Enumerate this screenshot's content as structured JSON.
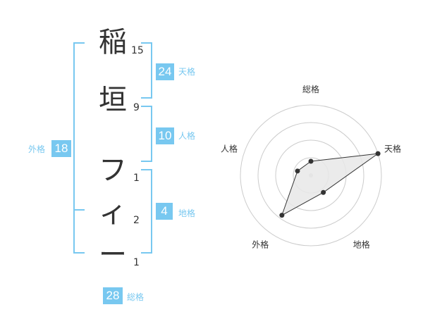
{
  "name": {
    "characters": [
      {
        "char": "稲",
        "strokes": "15"
      },
      {
        "char": "垣",
        "strokes": "9"
      },
      {
        "char": "フ",
        "strokes": "1"
      },
      {
        "char": "ィ",
        "strokes": "2"
      },
      {
        "char": "ー",
        "strokes": "1"
      }
    ]
  },
  "fortunes": {
    "tenkaku": {
      "value": "24",
      "label": "天格"
    },
    "jinkaku": {
      "value": "10",
      "label": "人格"
    },
    "chikaku": {
      "value": "4",
      "label": "地格"
    },
    "gaikaku": {
      "value": "18",
      "label": "外格"
    },
    "soukaku": {
      "value": "28",
      "label": "総格"
    }
  },
  "colors": {
    "accent": "#78c8f0",
    "text": "#333333",
    "radar_fill": "#e8e8e8",
    "grid": "#cccccc"
  },
  "chart_data": {
    "type": "radar",
    "axes": [
      "総格",
      "天格",
      "地格",
      "外格",
      "人格"
    ],
    "values": [
      1,
      5,
      1.5,
      3.5,
      1
    ],
    "max": 5,
    "rings": 4
  }
}
